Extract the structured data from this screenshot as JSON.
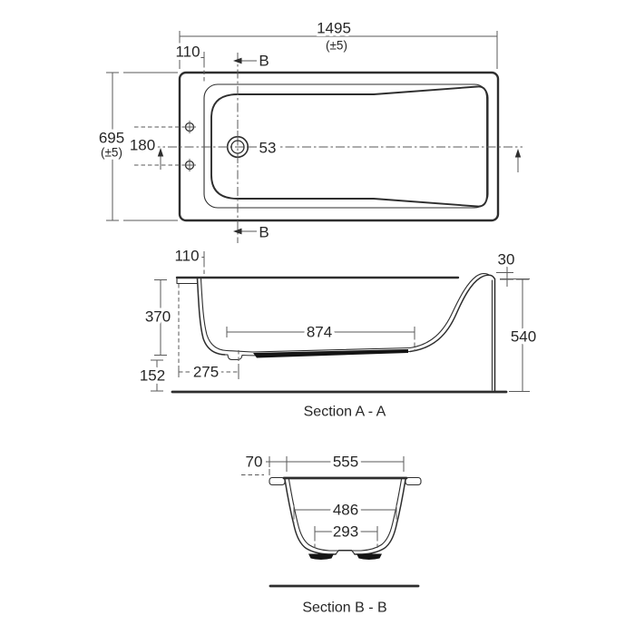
{
  "drawing": {
    "plan": {
      "length": "1495",
      "length_tol": "(±5)",
      "width": "695",
      "width_tol": "(±5)",
      "edge_offset": "110",
      "hole_spacing": "180",
      "waste_dia": "53",
      "section_marker": "B"
    },
    "section_a": {
      "label": "Section A - A",
      "edge_offset": "110",
      "depth": "370",
      "base_height": "152",
      "waste_offset": "275",
      "flat_length": "874",
      "rim_height": "30",
      "overall_height": "540"
    },
    "section_b": {
      "label": "Section B - B",
      "rim_width": "70",
      "top_width": "555",
      "mid_width": "486",
      "base_width": "293"
    }
  }
}
